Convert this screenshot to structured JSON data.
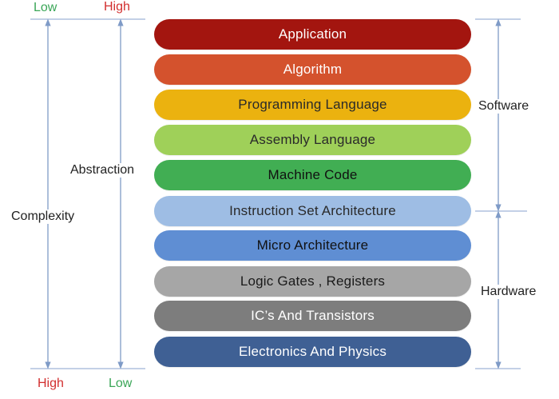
{
  "layers": [
    {
      "label": "Application",
      "bg": "#a3150f",
      "fg": "#ffffff"
    },
    {
      "label": "Algorithm",
      "bg": "#d4522d",
      "fg": "#ffffff"
    },
    {
      "label": "Programming Language",
      "bg": "#ebb20f",
      "fg": "#2a2a2a"
    },
    {
      "label": "Assembly Language",
      "bg": "#9fd059",
      "fg": "#2a2a2a"
    },
    {
      "label": "Machine Code",
      "bg": "#41ae53",
      "fg": "#111111"
    },
    {
      "label": "Instruction Set Architecture",
      "bg": "#9ebde4",
      "fg": "#2a2a2a"
    },
    {
      "label": "Micro Architecture",
      "bg": "#5f8ed3",
      "fg": "#111111"
    },
    {
      "label": "Logic Gates , Registers",
      "bg": "#a6a6a6",
      "fg": "#1a1a1a"
    },
    {
      "label": "IC’s And Transistors",
      "bg": "#7d7d7d",
      "fg": "#ffffff"
    },
    {
      "label": "Electronics And Physics",
      "bg": "#3f6094",
      "fg": "#ffffff"
    }
  ],
  "axes": {
    "complexity": {
      "label": "Complexity",
      "top": "Low",
      "bottom": "High"
    },
    "abstraction": {
      "label": "Abstraction",
      "top": "High",
      "bottom": "Low"
    }
  },
  "groups": {
    "software": "Software",
    "hardware": "Hardware"
  },
  "colors": {
    "low": "#3aa657",
    "high": "#d22f2f",
    "arrow": "#7f9bc7"
  }
}
